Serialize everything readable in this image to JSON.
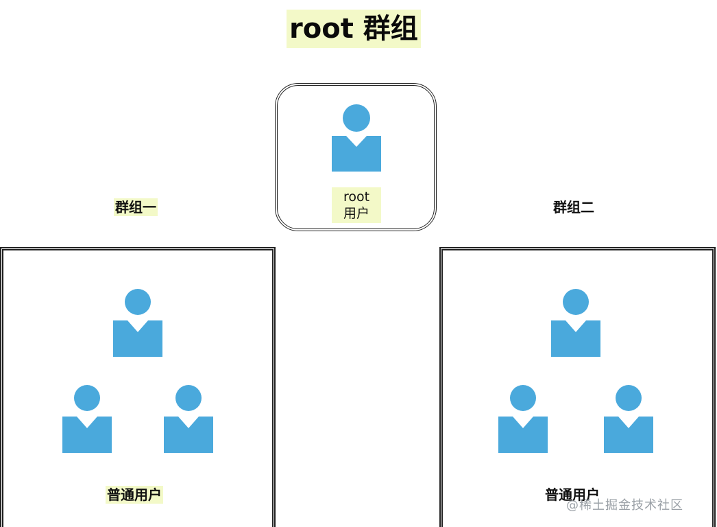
{
  "title": "root 群组",
  "root": {
    "label_line1": "root",
    "label_line2": "用户"
  },
  "groups": [
    {
      "label": "群组一",
      "members_label": "普通用户"
    },
    {
      "label": "群组二",
      "members_label": "普通用户"
    }
  ],
  "colors": {
    "user_icon": "#4aa9dc",
    "highlight": "#f3f9c8",
    "border": "#222222"
  },
  "watermark": "@稀土掘金技术社区"
}
